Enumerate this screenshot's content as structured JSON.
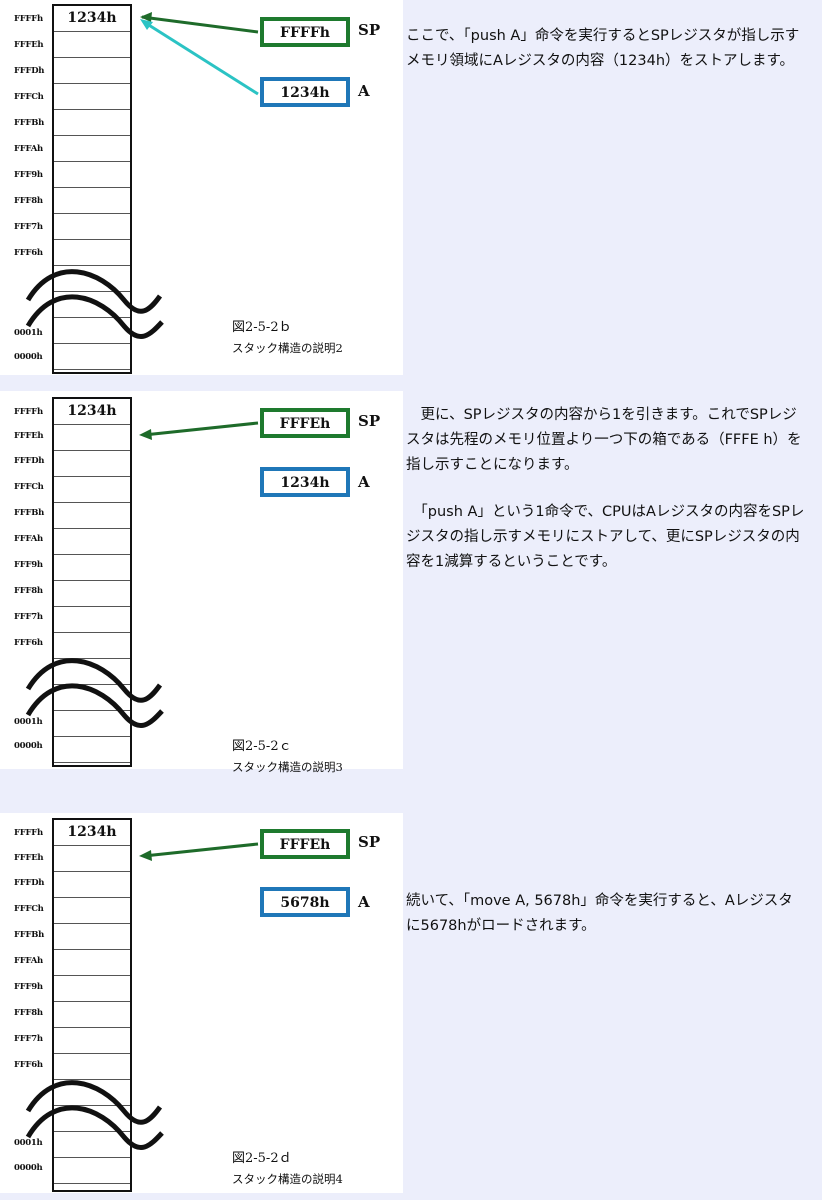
{
  "addresses": [
    "FFFFh",
    "FFFEh",
    "FFFDh",
    "FFFCh",
    "FFFBh",
    "FFFAh",
    "FFF9h",
    "FFF8h",
    "FFF7h",
    "FFF6h",
    "0001h",
    "0000h"
  ],
  "colors": {
    "sp_border": "#1e7a2e",
    "a_border": "#1f77b8",
    "sp_arrow": "#1e6b2a",
    "a_arrow": "#2bc3c4"
  },
  "panels": [
    {
      "stack_top_value": "1234h",
      "sp_value": "FFFFh",
      "sp_label": "SP",
      "a_value": "1234h",
      "a_label": "A",
      "caption_line1": "図2-5-2ｂ",
      "caption_line2": "スタック構造の説明2",
      "text": [
        "ここで、「push A」命令を実行するとSPレジスタが指し示すメモリ領域にAレジスタの内容（1234h）をストアします。"
      ]
    },
    {
      "stack_top_value": "1234h",
      "sp_value": "FFFEh",
      "sp_label": "SP",
      "a_value": "1234h",
      "a_label": "A",
      "caption_line1": "図2-5-2ｃ",
      "caption_line2": "スタック構造の説明3",
      "text": [
        "　更に、SPレジスタの内容から1を引きます。これでSPレジスタは先程のメモリ位置より一つ下の箱である（FFFE h）を指し示すことになります。",
        "　「push A」という1命令で、CPUはAレジスタの内容をSPレジスタの指し示すメモリにストアして、更にSPレジスタの内容を1減算するということです。"
      ]
    },
    {
      "stack_top_value": "1234h",
      "sp_value": "FFFEh",
      "sp_label": "SP",
      "a_value": "5678h",
      "a_label": "A",
      "caption_line1": "図2-5-2ｄ",
      "caption_line2": "スタック構造の説明4",
      "text": [
        "続いて、「move A, 5678h」命令を実行すると、Aレジスタに5678hがロードされます。"
      ]
    }
  ]
}
